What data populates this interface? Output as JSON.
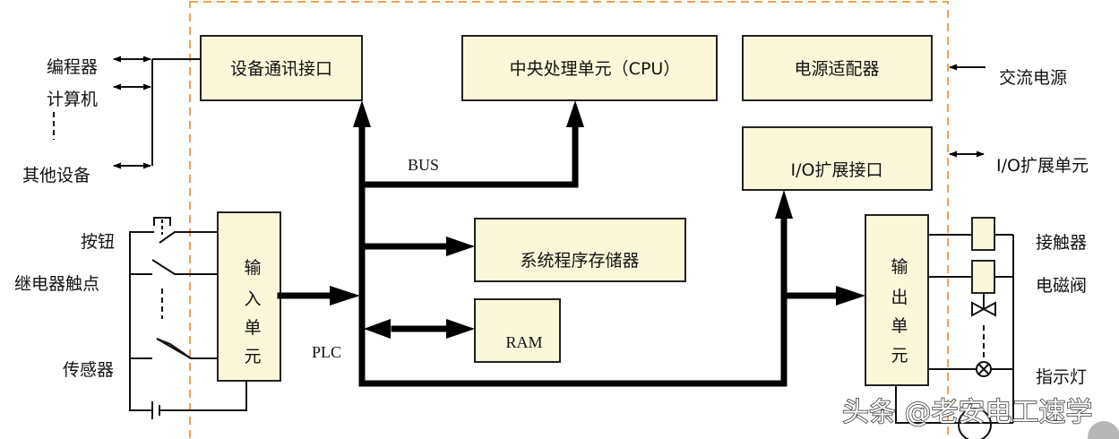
{
  "boundary": {
    "label": "PLC",
    "color": "#f0a050"
  },
  "boxes": {
    "comm": "设备通讯接口",
    "cpu": "中央处理单元（CPU）",
    "power": "电源适配器",
    "io_ext": "I/O扩展接口",
    "sys_mem": "系统程序存储器",
    "ram": "RAM",
    "input": [
      "输",
      "入",
      "单",
      "元"
    ],
    "output": [
      "输",
      "出",
      "单",
      "元"
    ]
  },
  "bus_label": "BUS",
  "left_labels": {
    "programmer": "编程器",
    "computer": "计算机",
    "other": "其他设备",
    "button": "按钮",
    "relay": "继电器触点",
    "sensor": "传感器"
  },
  "right_labels": {
    "ac_power": "交流电源",
    "io_unit": "I/O扩展单元",
    "contactor": "接触器",
    "solenoid": "电磁阀",
    "indicator": "指示灯"
  },
  "watermark": "头条 @老安电工速学",
  "colors": {
    "box_fill": "#fbf8d9",
    "dashed_boundary": "#f0a050"
  }
}
